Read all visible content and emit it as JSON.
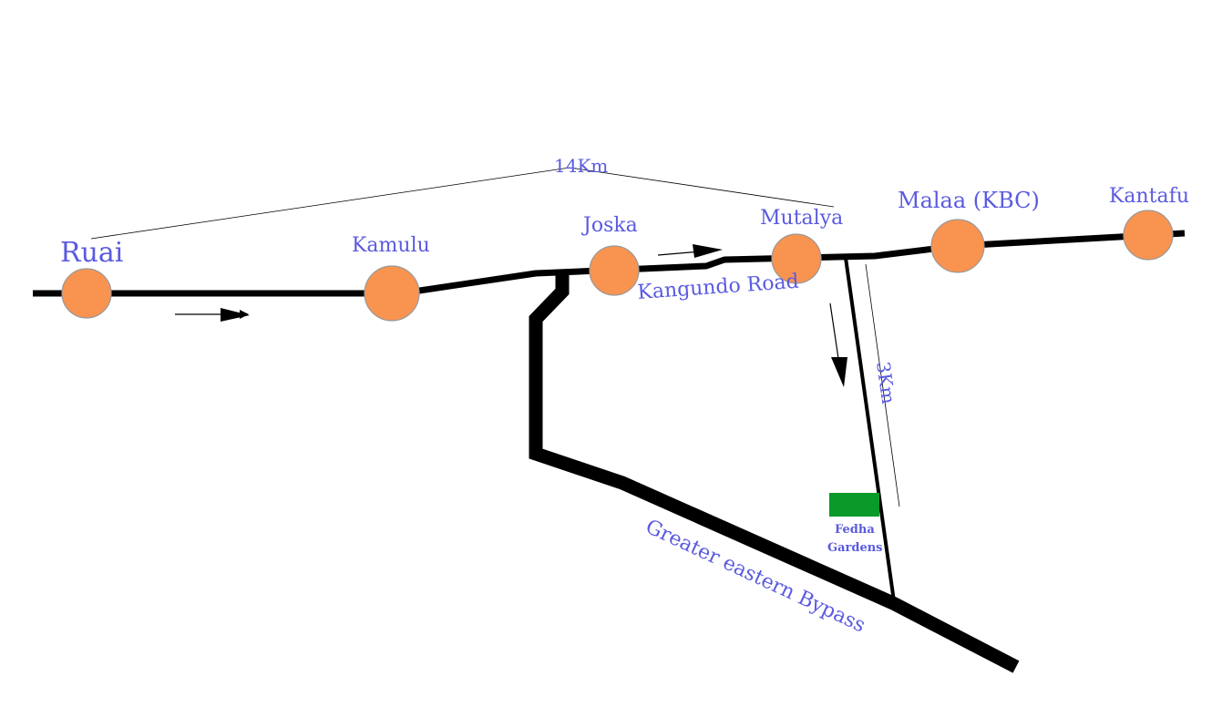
{
  "towns": [
    {
      "name": "Ruai"
    },
    {
      "name": "Kamulu"
    },
    {
      "name": "Joska"
    },
    {
      "name": "Mutalya"
    },
    {
      "name": "Malaa (KBC)"
    },
    {
      "name": "Kantafu"
    }
  ],
  "roads": {
    "main": "Kangundo Road",
    "bypass": "Greater eastern Bypass"
  },
  "distances": {
    "ruai_to_mutalya": "14Km",
    "to_fedha": "3Km"
  },
  "poi": {
    "line1": "Fedha",
    "line2": "Gardens",
    "color": "#0a9a2a"
  },
  "colors": {
    "town_marker": "#f99350",
    "label": "#5a5ae0",
    "road": "#000000"
  }
}
